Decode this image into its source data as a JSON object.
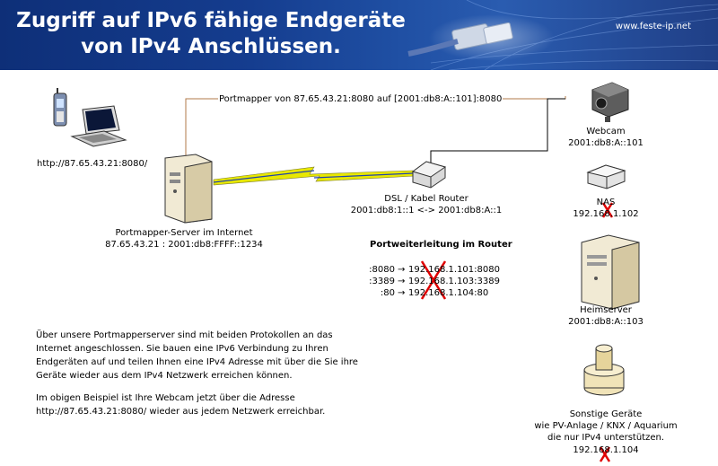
{
  "banner": {
    "title_line1": "Zugriff auf IPv6 fähige Endgeräte",
    "title_line2": "von IPv4 Anschlüssen.",
    "url": "www.feste-ip.net"
  },
  "diagram": {
    "portmapper_line_label": "Portmapper von 87.65.43.21:8080 auf [2001:db8:A::101]:8080",
    "client_url": "http://87.65.43.21:8080/",
    "server": {
      "label": "Portmapper-Server im Internet",
      "address": "87.65.43.21 : 2001:db8:FFFF::1234"
    },
    "router": {
      "label": "DSL / Kabel Router",
      "address": "2001:db8:1::1 <-> 2001:db8:A::1",
      "forwarding_title": "Portweiterleitung im Router",
      "forwarding_rules": [
        {
          "port": ":8080",
          "target": "192.168.1.101:8080"
        },
        {
          "port": ":3389",
          "target": "192.168.1.103:3389"
        },
        {
          "port": ":80",
          "target": "192.168.1.104:80"
        }
      ]
    },
    "webcam": {
      "label": "Webcam",
      "address": "2001:db8:A::101"
    },
    "nas": {
      "label": "NAS",
      "address": "192.168.1.102"
    },
    "homeserver": {
      "label": "Heimserver",
      "address": "2001:db8:A::103"
    },
    "other_devices": {
      "label": "Sonstige Geräte",
      "line2": "wie PV-Anlage / KNX / Aquarium",
      "line3": "die nur IPv4 unterstützen.",
      "address": "192.168.1.104"
    }
  },
  "description": {
    "paragraph1": "Über unsere Portmapperserver sind mit beiden Protokollen an das Internet angeschlossen. Sie bauen eine IPv6 Verbindung zu Ihren Endgeräten auf und teilen Ihnen eine IPv4 Adresse mit über die Sie ihre Geräte wieder aus dem IPv4 Netzwerk erreichen können.",
    "paragraph2": "Im obigen Beispiel ist Ihre Webcam jetzt über die Adresse http://87.65.43.21:8080/ wieder aus jedem Netzwerk erreichbar."
  },
  "colors": {
    "banner": "#153d8f",
    "portmapper_line": "#b07a4a",
    "lightning": "#e8e800",
    "cross": "#e00000"
  },
  "icons": [
    "phone-icon",
    "laptop-icon",
    "server-icon",
    "router-icon",
    "webcam-icon",
    "nas-icon",
    "homeserver-icon",
    "device-icon",
    "network-cable-icon",
    "lightning-icon",
    "cross-icon"
  ]
}
